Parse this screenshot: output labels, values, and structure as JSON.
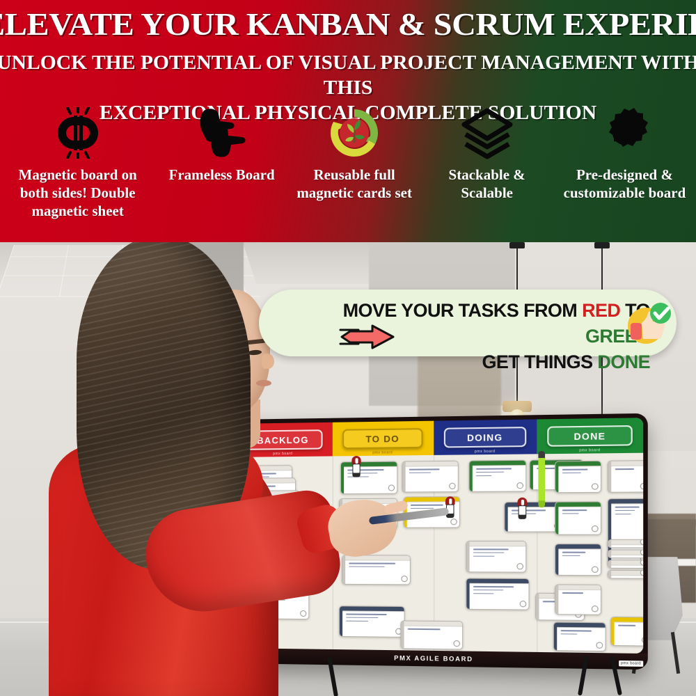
{
  "header": {
    "title": "ELEVATE YOUR KANBAN & SCRUM EXPERIENCE",
    "subtitle_line1": "UNLOCK THE POTENTIAL OF VISUAL PROJECT MANAGEMENT WITH THIS",
    "subtitle_line2": "EXCEPTIONAL PHYSICAL COMPLETE SOLUTION",
    "gradient_start": "#CC0018",
    "gradient_end": "#17451F",
    "features": [
      {
        "icon": "magnet-icon",
        "label": "Magnetic board on both sides! Double magnetic sheet"
      },
      {
        "icon": "pointing-hands-icon",
        "label": "Frameless Board"
      },
      {
        "icon": "recycle-leaf-icon",
        "label": "Reusable full magnetic cards set"
      },
      {
        "icon": "layers-icon",
        "label": "Stackable & Scalable"
      },
      {
        "icon": "gear-check-icon",
        "label": "Pre-designed & customizable board"
      }
    ]
  },
  "callout": {
    "line1_prefix": "MOVE YOUR TASKS FROM ",
    "line1_red": "RED",
    "line1_mid": " TO ",
    "line1_green": "GREEN",
    "line2_prefix": "GET THINGS ",
    "line2_green": "DONE",
    "arrow_icon": "right-arrow-icon",
    "badge_icon": "thumbs-up-check-icon",
    "background_color": "#EAF3DC",
    "red_color": "#D32020",
    "green_color": "#2D7A32"
  },
  "board": {
    "foot_label": "PMX AGILE BOARD",
    "brand_tag": "pmx board",
    "columns": [
      {
        "name": "BACKLOG",
        "color": "#D81E25"
      },
      {
        "name": "TO DO",
        "color": "#F5C400"
      },
      {
        "name": "DOING",
        "color": "#1F2E86"
      },
      {
        "name": "DONE",
        "color": "#1C8A35"
      }
    ]
  },
  "scene": {
    "subject": "woman-in-red-blazer-pointing-at-board",
    "marker_color": "#A8E52A"
  }
}
